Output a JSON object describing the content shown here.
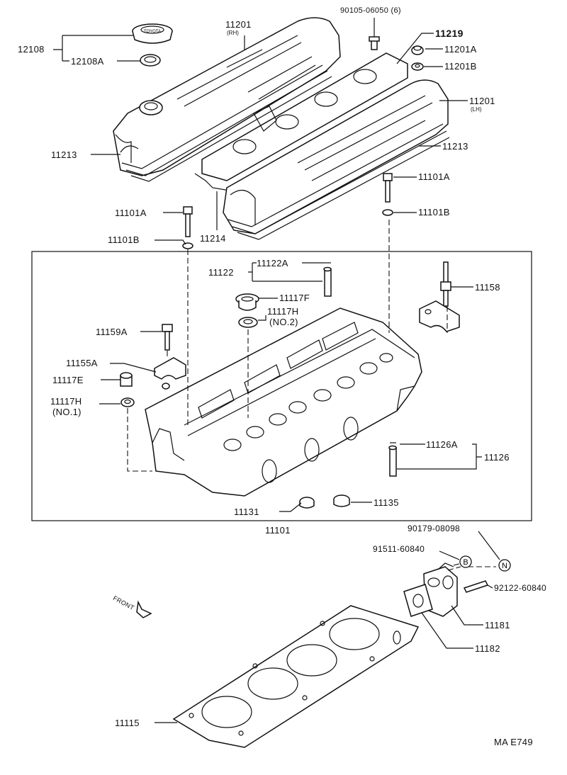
{
  "labels": {
    "p12108": "12108",
    "p12108A": "12108A",
    "p11201_rh": "11201",
    "rh": "(RH)",
    "p90105": "90105-06050 (6)",
    "p11219": "11219",
    "p11201A": "11201A",
    "p11201B": "11201B",
    "p11201_lh": "11201",
    "lh": "(LH)",
    "p11213_left": "11213",
    "p11213_right": "11213",
    "p11101A_right": "11101A",
    "p11101A_left": "11101A",
    "p11101B_right": "11101B",
    "p11101B_left": "11101B",
    "p11214": "11214",
    "p11122": "11122",
    "p11122A": "11122A",
    "p11117F": "11117F",
    "p11117H_no2": "11117H",
    "no2": "(NO.2)",
    "p11158": "11158",
    "p11159A": "11159A",
    "p11155A": "11155A",
    "p11117E": "11117E",
    "p11117H_no1": "11117H",
    "no1": "(NO.1)",
    "p11126A": "11126A",
    "p11126": "11126",
    "p11131": "11131",
    "p11135": "11135",
    "p11101": "11101",
    "p90179": "90179-08098",
    "p91511": "91511-60840",
    "p92122": "92122-60840",
    "p11181": "11181",
    "p11182": "11182",
    "p11115": "11115",
    "front": "FRONT",
    "circle_b": "B",
    "circle_n": "N",
    "cap_text": "TOYOTA",
    "ref": "MA E749"
  }
}
